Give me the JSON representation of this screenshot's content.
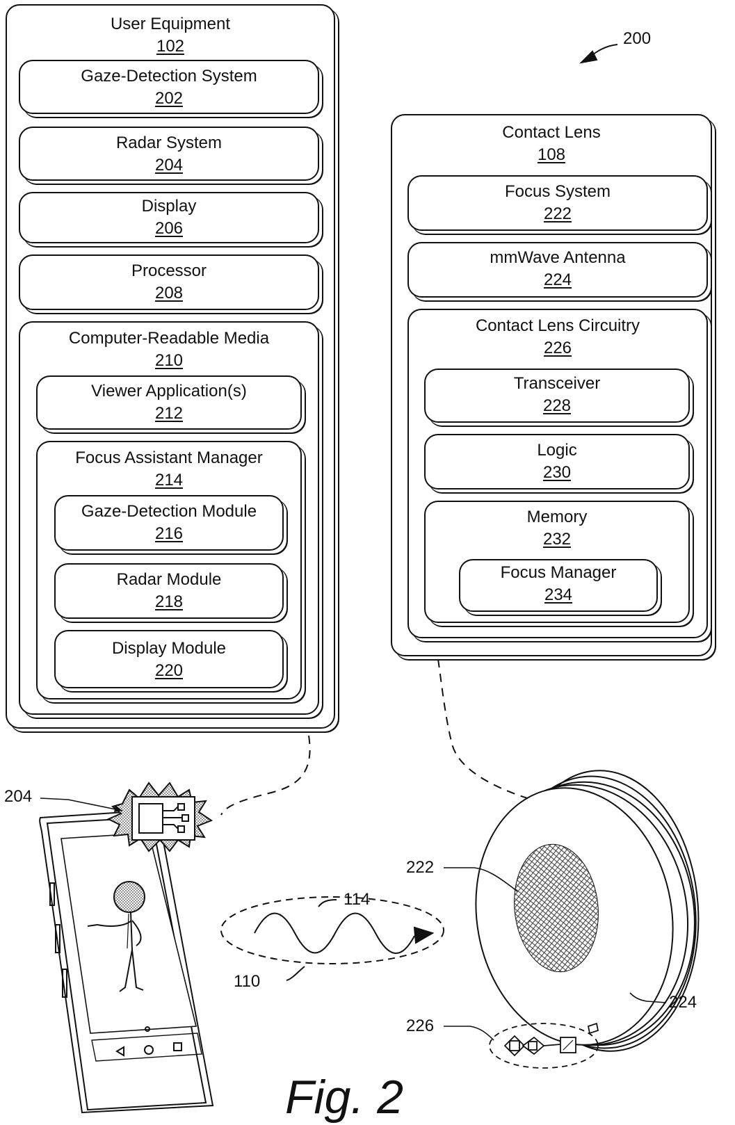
{
  "figure": {
    "ref_number": "200",
    "caption": "Fig. 2"
  },
  "user_equipment": {
    "title": "User Equipment",
    "num": "102",
    "gaze_system": {
      "title": "Gaze-Detection System",
      "num": "202"
    },
    "radar_system": {
      "title": "Radar System",
      "num": "204"
    },
    "display": {
      "title": "Display",
      "num": "206"
    },
    "processor": {
      "title": "Processor",
      "num": "208"
    },
    "crm": {
      "title": "Computer-Readable Media",
      "num": "210",
      "viewer_apps": {
        "title": "Viewer Application(s)",
        "num": "212"
      },
      "focus_assistant": {
        "title": "Focus Assistant Manager",
        "num": "214",
        "gaze_module": {
          "title": "Gaze-Detection Module",
          "num": "216"
        },
        "radar_module": {
          "title": "Radar Module",
          "num": "218"
        },
        "display_module": {
          "title": "Display Module",
          "num": "220"
        }
      }
    }
  },
  "contact_lens": {
    "title": "Contact Lens",
    "num": "108",
    "focus_system": {
      "title": "Focus System",
      "num": "222"
    },
    "antenna": {
      "title": "mmWave Antenna",
      "num": "224"
    },
    "circuitry": {
      "title": "Contact Lens Circuitry",
      "num": "226",
      "transceiver": {
        "title": "Transceiver",
        "num": "228"
      },
      "logic": {
        "title": "Logic",
        "num": "230"
      },
      "memory": {
        "title": "Memory",
        "num": "232",
        "focus_manager": {
          "title": "Focus Manager",
          "num": "234"
        }
      }
    }
  },
  "callouts": {
    "radar_chip": "204",
    "wave": "114",
    "link": "110",
    "focus_area": "222",
    "antenna": "224",
    "circuitry": "226"
  }
}
